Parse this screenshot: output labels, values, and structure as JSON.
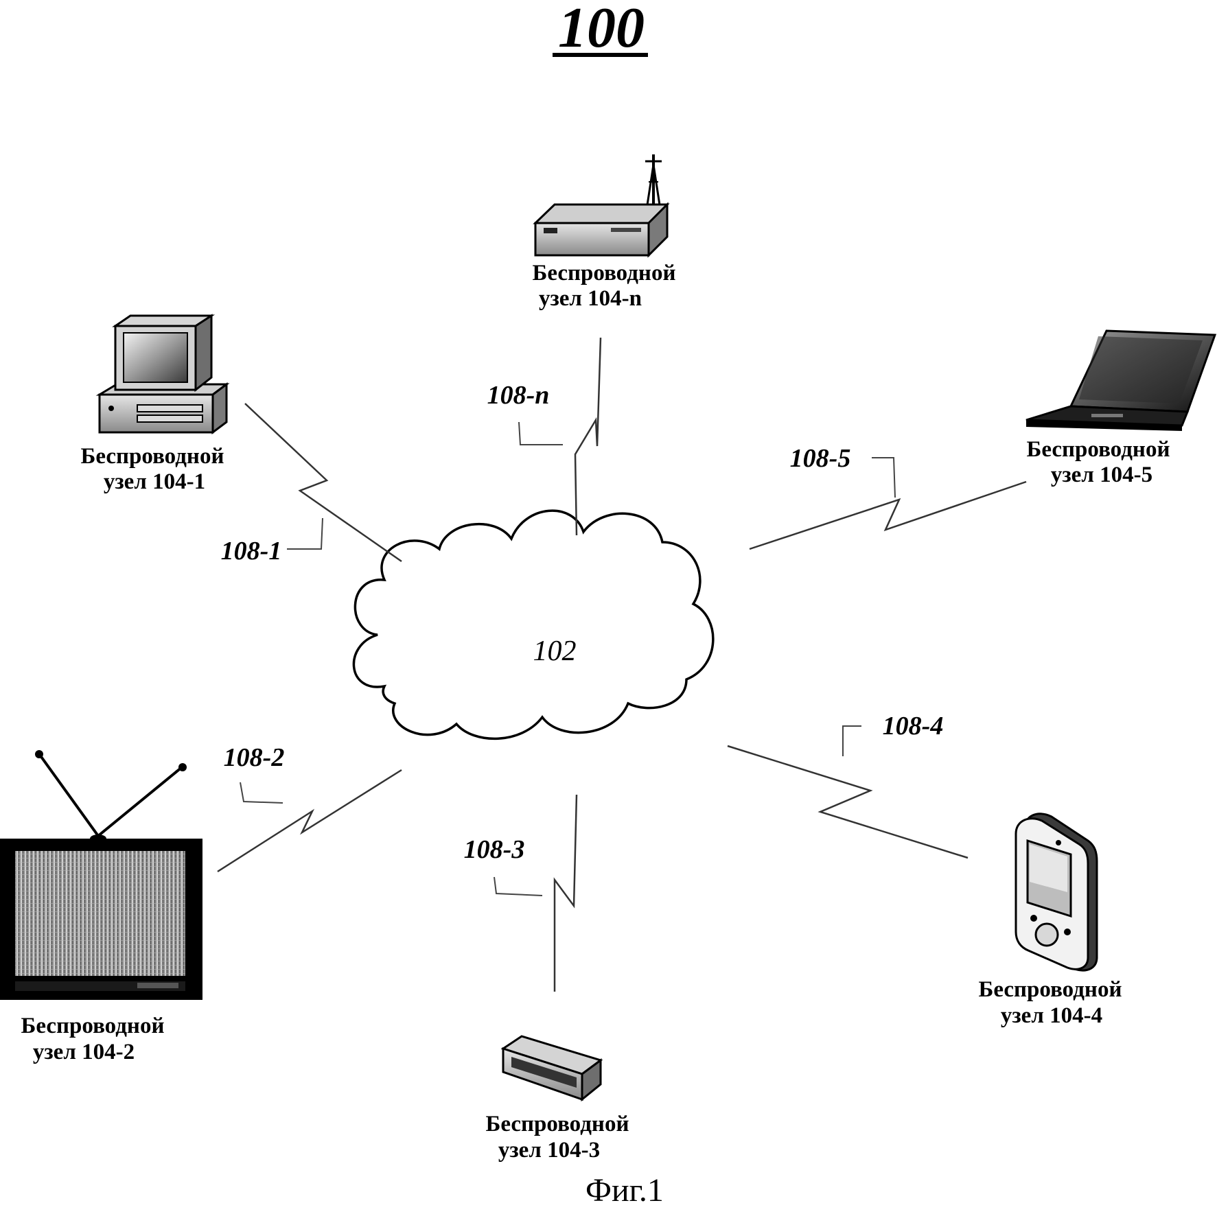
{
  "title": "100",
  "network": {
    "label": "102"
  },
  "nodes": [
    {
      "id": "104-1",
      "line1": "Беспроводной",
      "line2": "узел 104-1",
      "device": "desktop-computer-icon"
    },
    {
      "id": "104-2",
      "line1": "Беспроводной",
      "line2": "узел 104-2",
      "device": "television-icon"
    },
    {
      "id": "104-3",
      "line1": "Беспроводной",
      "line2": "узел 104-3",
      "device": "set-top-box-icon"
    },
    {
      "id": "104-4",
      "line1": "Беспроводной",
      "line2": "узел 104-4",
      "device": "pda-icon"
    },
    {
      "id": "104-5",
      "line1": "Беспроводной",
      "line2": "узел 104-5",
      "device": "laptop-icon"
    },
    {
      "id": "104-n",
      "line1": "Беспроводной",
      "line2": "узел 104-n",
      "device": "router-icon"
    }
  ],
  "links": [
    {
      "id": "1",
      "label": "108-1"
    },
    {
      "id": "2",
      "label": "108-2"
    },
    {
      "id": "3",
      "label": "108-3"
    },
    {
      "id": "4",
      "label": "108-4"
    },
    {
      "id": "5",
      "label": "108-5"
    },
    {
      "id": "n",
      "label": "108-n"
    }
  ],
  "caption": "Фиг.1"
}
